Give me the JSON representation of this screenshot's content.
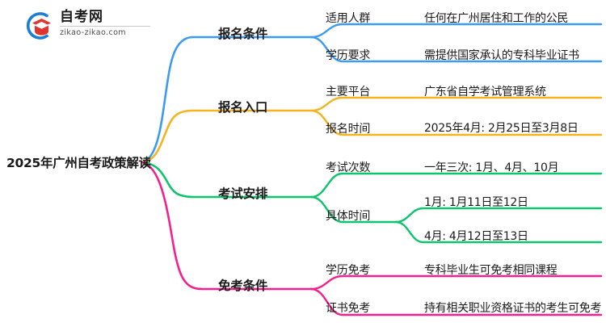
{
  "logo": {
    "name_cn": "自考网",
    "url": "zikao-zikao.com",
    "mark_icon": "graduation-cap-circle-icon",
    "circle_color": "#1a7fd4",
    "cap_color": "#e2342f"
  },
  "mindmap": {
    "root": {
      "label": "2025年广州自考政策解读"
    },
    "branches": [
      {
        "label": "报名条件",
        "color": "#3c9bf0",
        "children": [
          {
            "label": "适用人群",
            "value": "任何在广州居住和工作的公民"
          },
          {
            "label": "学历要求",
            "value": "需提供国家承认的专科毕业证书"
          }
        ]
      },
      {
        "label": "报名入口",
        "color": "#f5b320",
        "children": [
          {
            "label": "主要平台",
            "value": "广东省自学考试管理系统"
          },
          {
            "label": "报名时间",
            "value": "2025年4月: 2月25日至3月8日"
          }
        ]
      },
      {
        "label": "考试安排",
        "color": "#0ec46d",
        "children": [
          {
            "label": "考试次数",
            "value": "一年三次: 1月、4月、10月"
          },
          {
            "label": "具体时间",
            "value": "",
            "grandchildren": [
              {
                "value": "1月: 1月11日至12日"
              },
              {
                "value": "4月: 4月12日至13日"
              }
            ]
          }
        ]
      },
      {
        "label": "免考条件",
        "color": "#f5218a",
        "children": [
          {
            "label": "学历免考",
            "value": "专科毕业生可免考相同课程"
          },
          {
            "label": "证书免考",
            "value": "持有相关职业资格证书的考生可免考"
          }
        ]
      }
    ]
  }
}
